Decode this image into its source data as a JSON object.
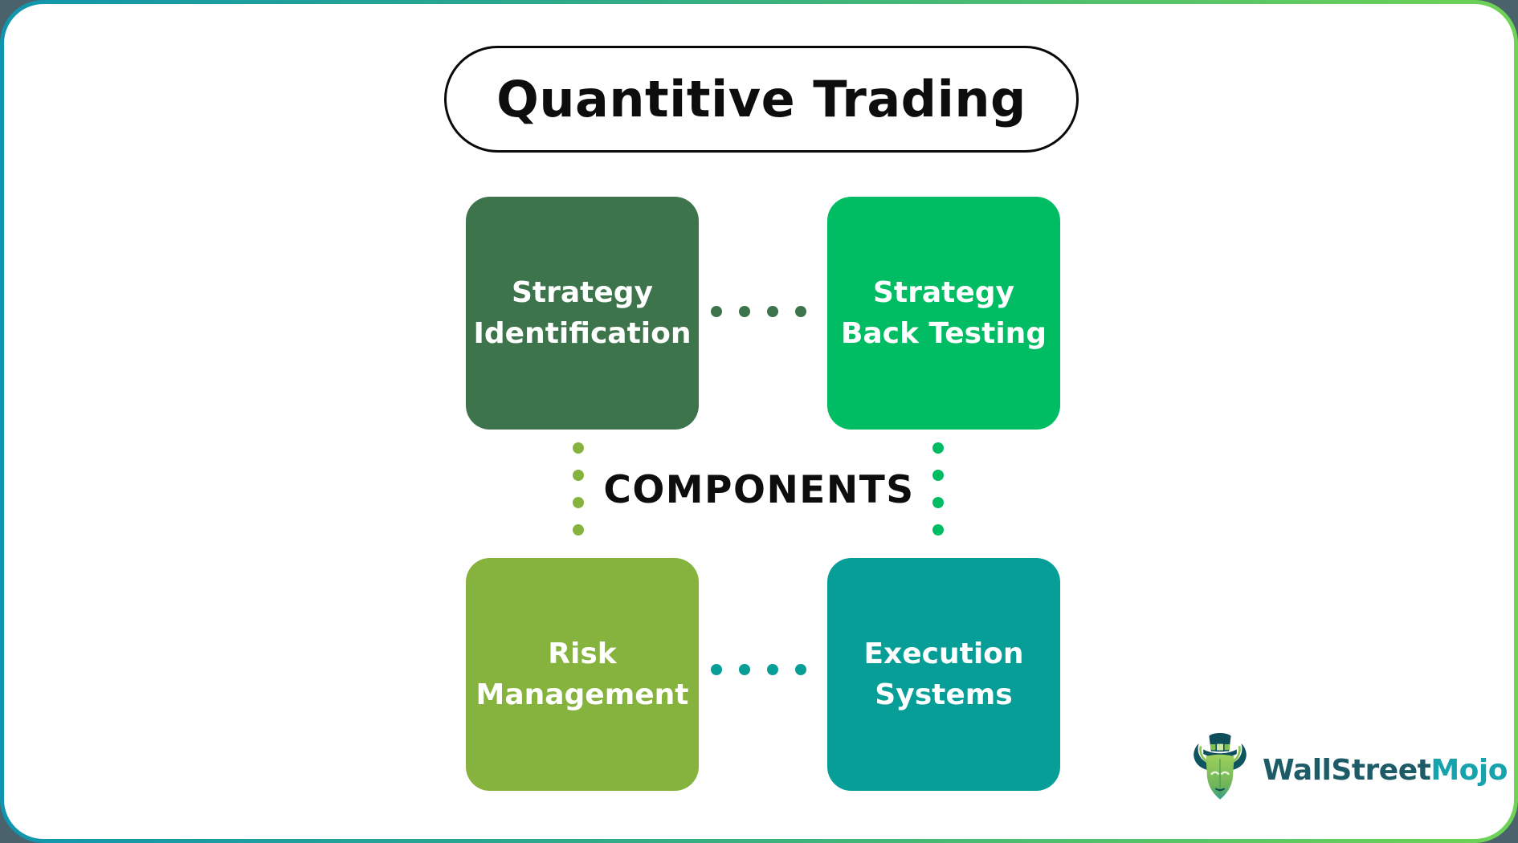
{
  "frame": {
    "outer_background": "#4A626C",
    "border_gradient_start": "#1095AE",
    "border_gradient_mid": "#35AE83",
    "border_gradient_end": "#6FD355",
    "card_background": "#FFFFFF"
  },
  "header": {
    "title": "Quantitive Trading"
  },
  "center": {
    "label": "COMPONENTS"
  },
  "boxes": [
    {
      "id": "strategy-identification",
      "line1": "Strategy",
      "line2": "Identification",
      "color": "#3E744C"
    },
    {
      "id": "strategy-back-testing",
      "line1": "Strategy",
      "line2": "Back Testing",
      "color": "#00BD64"
    },
    {
      "id": "risk-management",
      "line1": "Risk",
      "line2": "Management",
      "color": "#86B23E"
    },
    {
      "id": "execution-systems",
      "line1": "Execution",
      "line2": "Systems",
      "color": "#089E98"
    }
  ],
  "connectors": {
    "top_horizontal": {
      "color": "#3E744C",
      "dots": 4
    },
    "bottom_horizontal": {
      "color": "#089E98",
      "dots": 4
    },
    "left_vertical": {
      "color": "#86B23E",
      "dots": 4
    },
    "right_vertical": {
      "color": "#00BD64",
      "dots": 4
    }
  },
  "logo": {
    "icon": "bull-tophat-icon",
    "brand_part1": "WallStreet",
    "brand_part1_color": "#1D5C66",
    "brand_part2": "Mojo",
    "brand_part2_color": "#17A3AD"
  }
}
